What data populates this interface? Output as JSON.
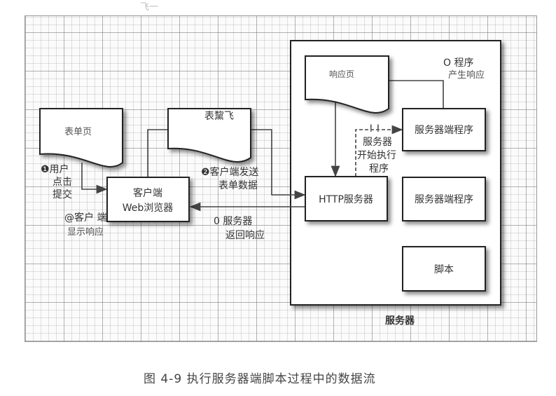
{
  "top_faint_text": "飞一",
  "docs": {
    "form_page": "表单页",
    "form_data": "表黧飞",
    "response_page": "响应页"
  },
  "boxes": {
    "browser_line1": "客户端",
    "browser_line2": "Web浏览器",
    "http_server": "HTTP服务器",
    "server_program_1": "服务器端程序",
    "server_program_2": "服务器端程序",
    "script": "脚本",
    "server_label": "服务器"
  },
  "steps": {
    "s1_line1": "❶用户",
    "s1_line2": "点击",
    "s1_line3": "提交",
    "s2_line1": "❷客户端发送",
    "s2_line2": "表单数据",
    "s3_marker": "! !",
    "s3_line1": "服务器",
    "s3_line2": "开始执行",
    "s3_line3": "程序",
    "s4_line1": "O 程序",
    "s4_line2": "产生响应",
    "s5_line1": "0  服务器",
    "s5_line2": "返回响应",
    "s6_line1": "@客户 端",
    "s6_line2": "显示响应"
  },
  "caption": "图 4-9   执行服务器端脚本过程中的数据流"
}
